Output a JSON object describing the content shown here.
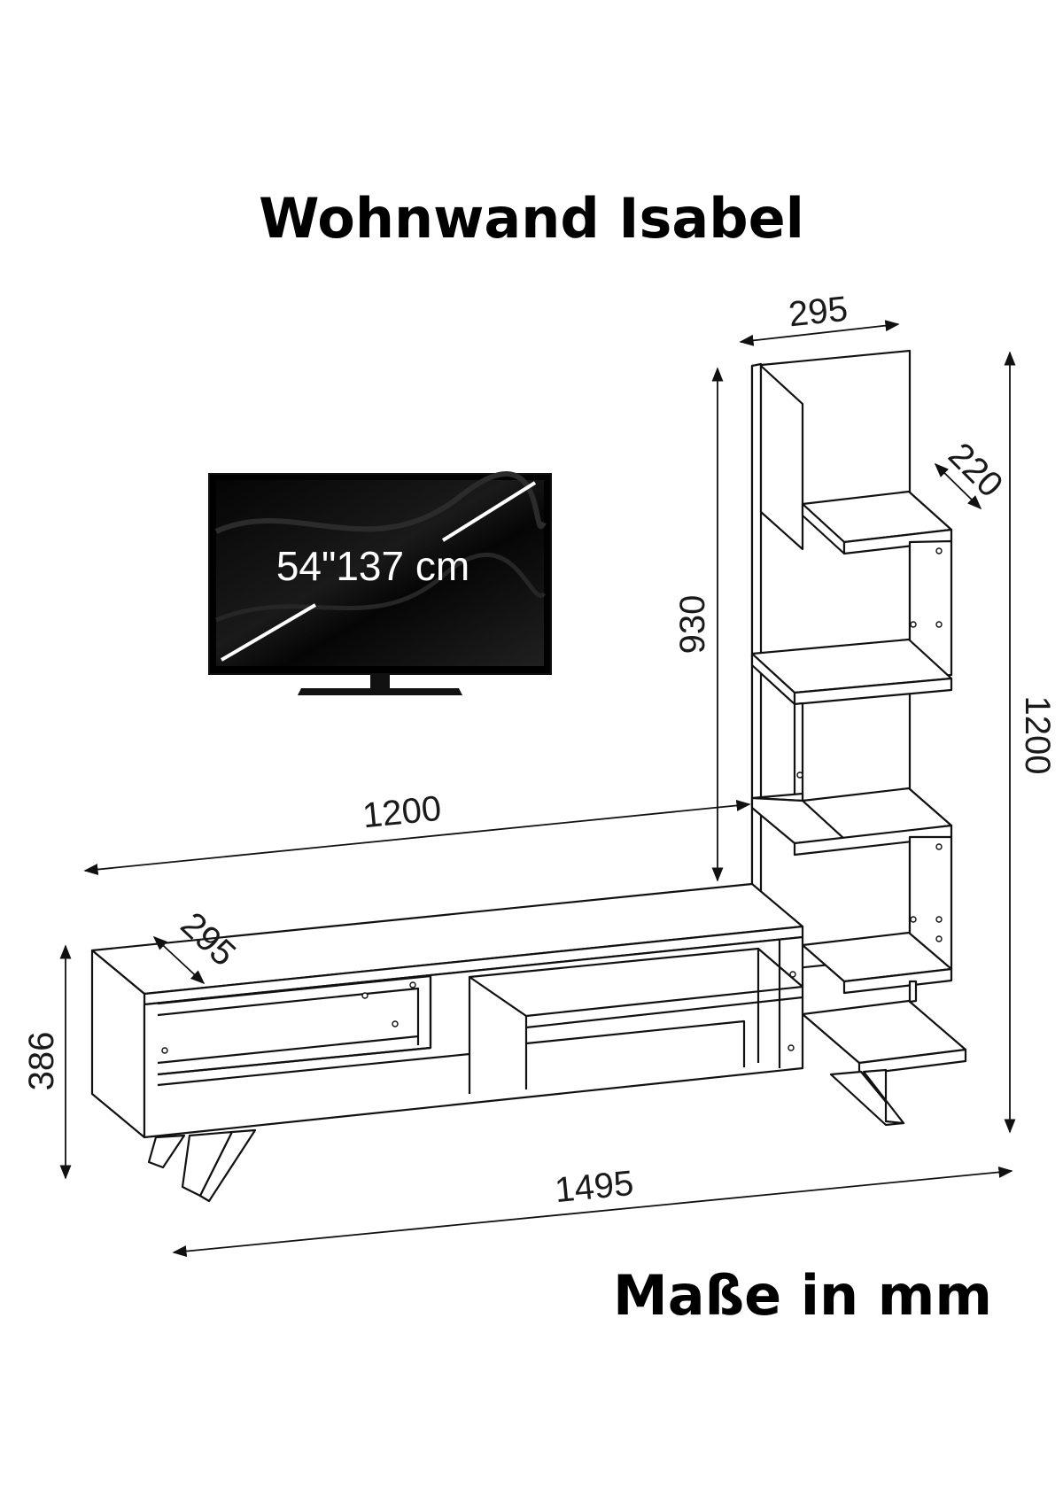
{
  "title": "Wohnwand Isabel",
  "units_note": "Maße in mm",
  "tv": {
    "size_label": "54\"137 cm",
    "icon": "flat-screen-tv-icon"
  },
  "dimensions": {
    "shelf_top_width": "295",
    "shelf_step_depth": "220",
    "shelf_height_from_tv": "930",
    "total_height": "1200",
    "tv_unit_width": "1200",
    "tv_unit_depth": "295",
    "tv_unit_height": "386",
    "total_width": "1495"
  },
  "colors": {
    "line": "#111111",
    "background": "#ffffff",
    "screen": "#0a0a0a"
  }
}
